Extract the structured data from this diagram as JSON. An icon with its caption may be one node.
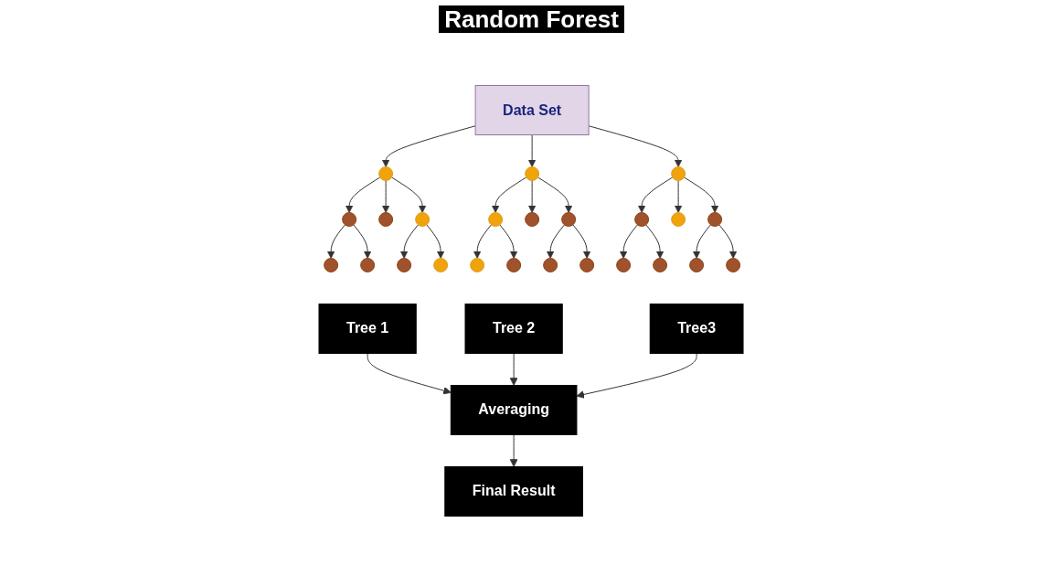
{
  "diagram": {
    "title": "Random Forest",
    "nodes": [
      {
        "text": [
          "Data Set"
        ]
      },
      {
        "text": [],
        "shape": "circle"
      },
      {
        "text": [],
        "shape": "circle"
      },
      {
        "text": [],
        "shape": "circle"
      },
      {
        "text": [],
        "shape": "circle"
      },
      {
        "text": [],
        "shape": "circle"
      },
      {
        "text": [],
        "shape": "circle"
      },
      {
        "text": [],
        "shape": "circle"
      },
      {
        "text": [],
        "shape": "circle"
      },
      {
        "text": [],
        "shape": "circle"
      },
      {
        "text": [],
        "shape": "circle"
      },
      {
        "text": [],
        "shape": "circle"
      },
      {
        "text": [],
        "shape": "circle"
      },
      {
        "text": [],
        "shape": "circle"
      },
      {
        "text": [],
        "shape": "circle"
      },
      {
        "text": [],
        "shape": "circle"
      },
      {
        "text": [],
        "shape": "circle"
      },
      {
        "text": [],
        "shape": "circle"
      },
      {
        "text": [],
        "shape": "circle"
      },
      {
        "text": [],
        "shape": "circle"
      },
      {
        "text": [],
        "shape": "circle"
      },
      {
        "text": [],
        "shape": "circle"
      },
      {
        "text": [],
        "shape": "circle"
      },
      {
        "text": [],
        "shape": "circle"
      },
      {
        "text": [],
        "shape": "circle"
      },
      {
        "text": [
          "Tree 1"
        ]
      },
      {
        "text": [
          "Tree 2"
        ]
      },
      {
        "text": [
          "Tree3"
        ]
      },
      {
        "text": [
          "Averaging"
        ]
      },
      {
        "text": [
          "Final Result"
        ]
      }
    ],
    "edges": [
      {
        "from": 0,
        "to": 1,
        "arrow": "to"
      },
      {
        "from": 0,
        "to": 9,
        "arrow": "to"
      },
      {
        "from": 0,
        "to": 17,
        "arrow": "to"
      },
      {
        "from": 1,
        "to": 2,
        "arrow": "to"
      },
      {
        "from": 1,
        "to": 3,
        "arrow": "to"
      },
      {
        "from": 1,
        "to": 4,
        "arrow": "to"
      },
      {
        "from": 2,
        "to": 5,
        "arrow": "to"
      },
      {
        "from": 2,
        "to": 6,
        "arrow": "to"
      },
      {
        "from": 4,
        "to": 7,
        "arrow": "to"
      },
      {
        "from": 4,
        "to": 8,
        "arrow": "to"
      },
      {
        "from": 9,
        "to": 10,
        "arrow": "to"
      },
      {
        "from": 9,
        "to": 11,
        "arrow": "to"
      },
      {
        "from": 9,
        "to": 12,
        "arrow": "to"
      },
      {
        "from": 10,
        "to": 13,
        "arrow": "to"
      },
      {
        "from": 10,
        "to": 14,
        "arrow": "to"
      },
      {
        "from": 12,
        "to": 15,
        "arrow": "to"
      },
      {
        "from": 12,
        "to": 16,
        "arrow": "to"
      },
      {
        "from": 17,
        "to": 18,
        "arrow": "to"
      },
      {
        "from": 17,
        "to": 19,
        "arrow": "to"
      },
      {
        "from": 17,
        "to": 20,
        "arrow": "to"
      },
      {
        "from": 18,
        "to": 21,
        "arrow": "to"
      },
      {
        "from": 18,
        "to": 22,
        "arrow": "to"
      },
      {
        "from": 20,
        "to": 23,
        "arrow": "to"
      },
      {
        "from": 20,
        "to": 24,
        "arrow": "to"
      },
      {
        "from": 25,
        "to": 28,
        "arrow": "to"
      },
      {
        "from": 26,
        "to": 28,
        "arrow": "to"
      },
      {
        "from": 27,
        "to": 28,
        "arrow": "to"
      },
      {
        "from": 28,
        "to": 29,
        "arrow": "to"
      }
    ]
  }
}
